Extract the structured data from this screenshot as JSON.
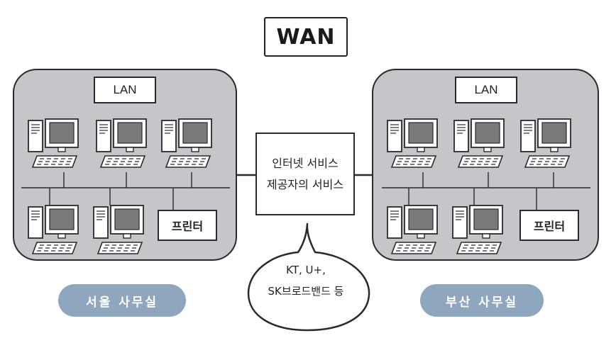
{
  "diagram": {
    "wan_label": "WAN",
    "left_lan": {
      "label": "LAN",
      "printer_label": "프린터",
      "office_label": "서울 사무실"
    },
    "right_lan": {
      "label": "LAN",
      "printer_label": "프린터",
      "office_label": "부산 사무실"
    },
    "isp": {
      "line1": "인터넷 서비스",
      "line2": "제공자의 서비스"
    },
    "bubble": {
      "line1": "KT, U+,",
      "line2": "SK브로드밴드 등"
    }
  },
  "colors": {
    "lan_panel": "#c6c6ca",
    "office_oval": "#8fa7be",
    "outline": "#2a2a2a"
  }
}
